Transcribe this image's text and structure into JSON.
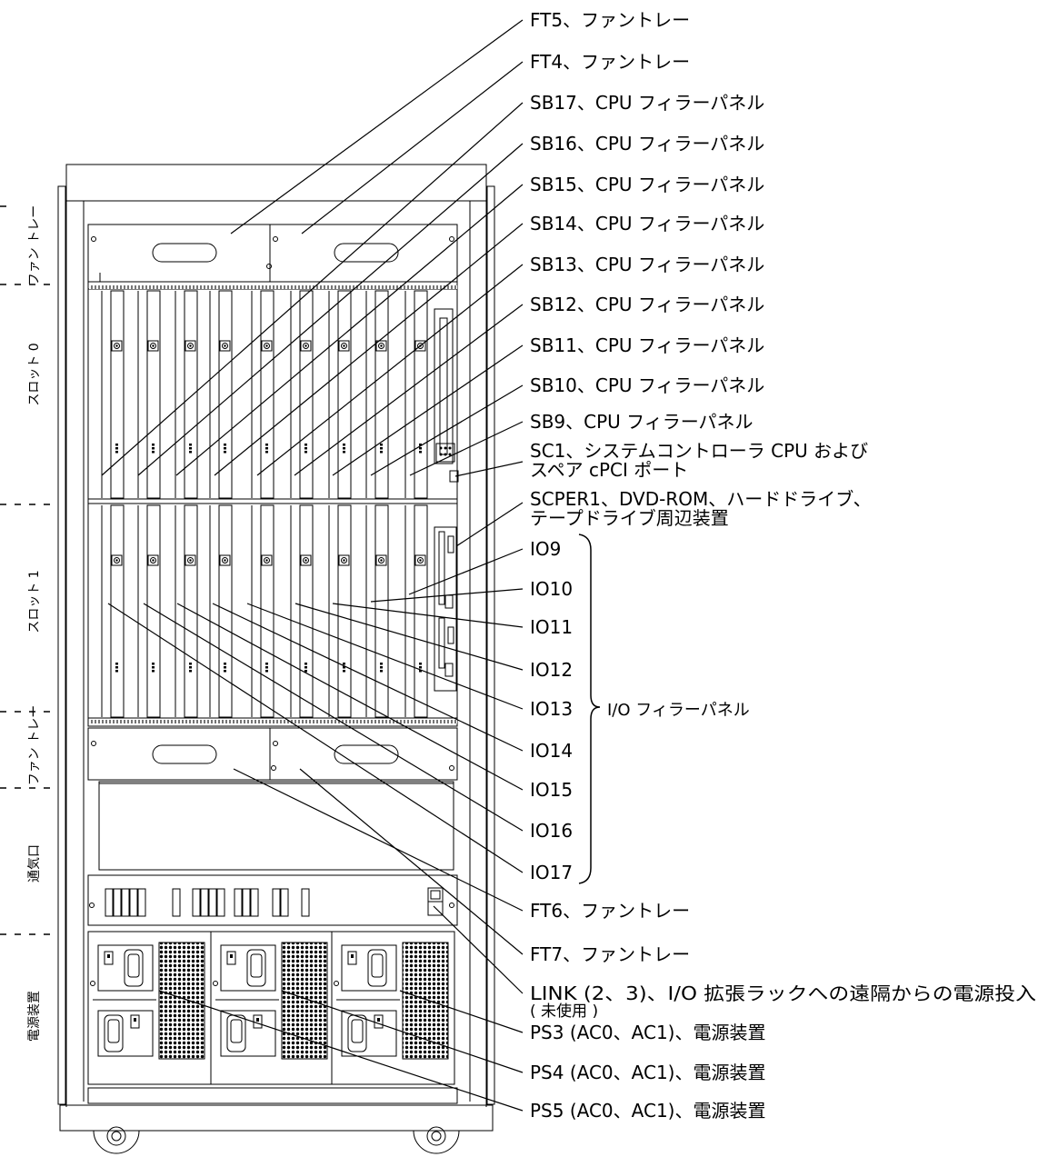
{
  "section_labels": {
    "fan_tray_top": "ファン トレー",
    "slot0": "スロット 0",
    "slot1": "スロット 1",
    "fan_tray_bottom": "ファン トレー",
    "air_vent": "通気口",
    "power": "電源装置"
  },
  "callouts": {
    "ft5": "FT5、ファントレー",
    "ft4": "FT4、ファントレー",
    "sb17": "SB17、CPU フィラーパネル",
    "sb16": "SB16、CPU フィラーパネル",
    "sb15": "SB15、CPU フィラーパネル",
    "sb14": "SB14、CPU フィラーパネル",
    "sb13": "SB13、CPU フィラーパネル",
    "sb12": "SB12、CPU フィラーパネル",
    "sb11": "SB11、CPU フィラーパネル",
    "sb10": "SB10、CPU フィラーパネル",
    "sb9": "SB9、CPU フィラーパネル",
    "sc1_line1": "SC1、システムコントローラ CPU および",
    "sc1_line2": "スペア cPCI ポート",
    "scper1_line1": "SCPER1、DVD-ROM、ハードドライブ、",
    "scper1_line2": "テープドライブ周辺装置",
    "io9": "IO9",
    "io10": "IO10",
    "io11": "IO11",
    "io12": "IO12",
    "io13": "IO13",
    "io14": "IO14",
    "io15": "IO15",
    "io16": "IO16",
    "io17": "IO17",
    "io_filler": "I/O フィラーパネル",
    "ft6": "FT6、ファントレー",
    "ft7": "FT7、ファントレー",
    "link_line1": "LINK (2、3)、I/O 拡張ラックへの遠隔からの電源投入",
    "link_line2": "( 未使用 )",
    "ps3": "PS3 (AC0、AC1)、電源装置",
    "ps4": "PS4 (AC0、AC1)、電源装置",
    "ps5": "PS5 (AC0、AC1)、電源装置"
  }
}
